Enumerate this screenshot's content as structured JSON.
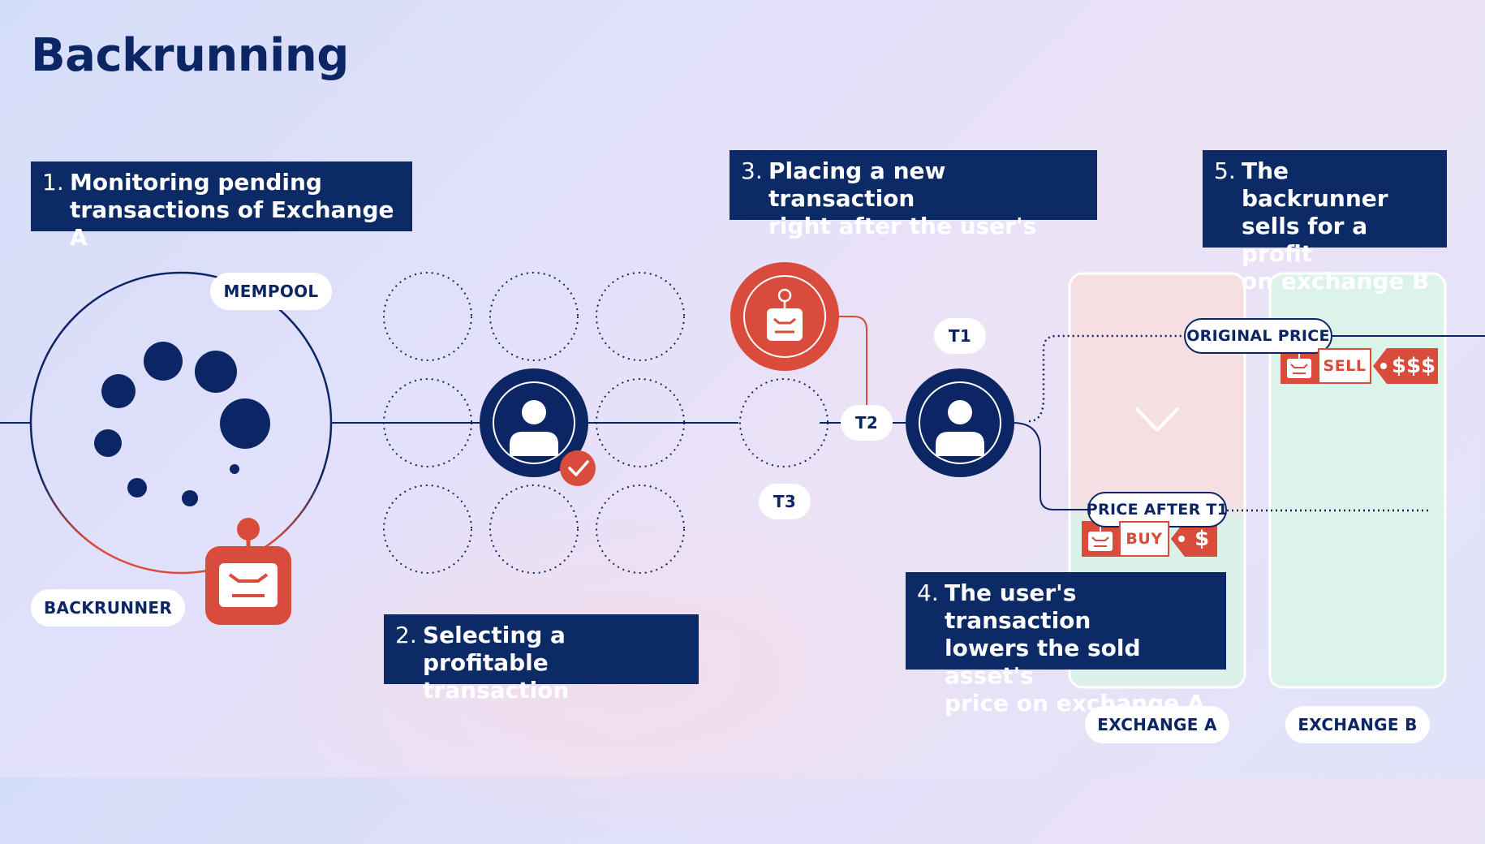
{
  "title": "Backrunning",
  "steps": [
    {
      "number": "1.",
      "text": "Monitoring pending\ntransactions of Exchange A"
    },
    {
      "number": "2.",
      "text": "Selecting a\nprofitable transaction"
    },
    {
      "number": "3.",
      "text": "Placing a new transaction\nright after the user's"
    },
    {
      "number": "4.",
      "text": "The user's transaction\nlowers the sold asset's\nprice on exchange A"
    },
    {
      "number": "5.",
      "text": "The backrunner\nsells for a profit\non exchange B"
    }
  ],
  "labels": {
    "mempool": "MEMPOOL",
    "backrunner": "BACKRUNNER",
    "t1": "T1",
    "t2": "T2",
    "t3": "T3",
    "original_price": "ORIGINAL PRICE",
    "price_after_t1": "PRICE AFTER T1",
    "exchange_a": "EXCHANGE A",
    "exchange_b": "EXCHANGE B"
  },
  "actions": {
    "buy": "BUY",
    "buy_price": "$",
    "sell": "SELL",
    "sell_price": "$$$"
  },
  "colors": {
    "navy": "#0b2a66",
    "red": "#d94b3b",
    "exchange_a_fill": "#f5dde0",
    "exchange_b_fill": "#dcf3ea"
  },
  "icons": [
    "robot-icon",
    "user-icon",
    "checkmark-icon",
    "chevron-down-icon"
  ]
}
